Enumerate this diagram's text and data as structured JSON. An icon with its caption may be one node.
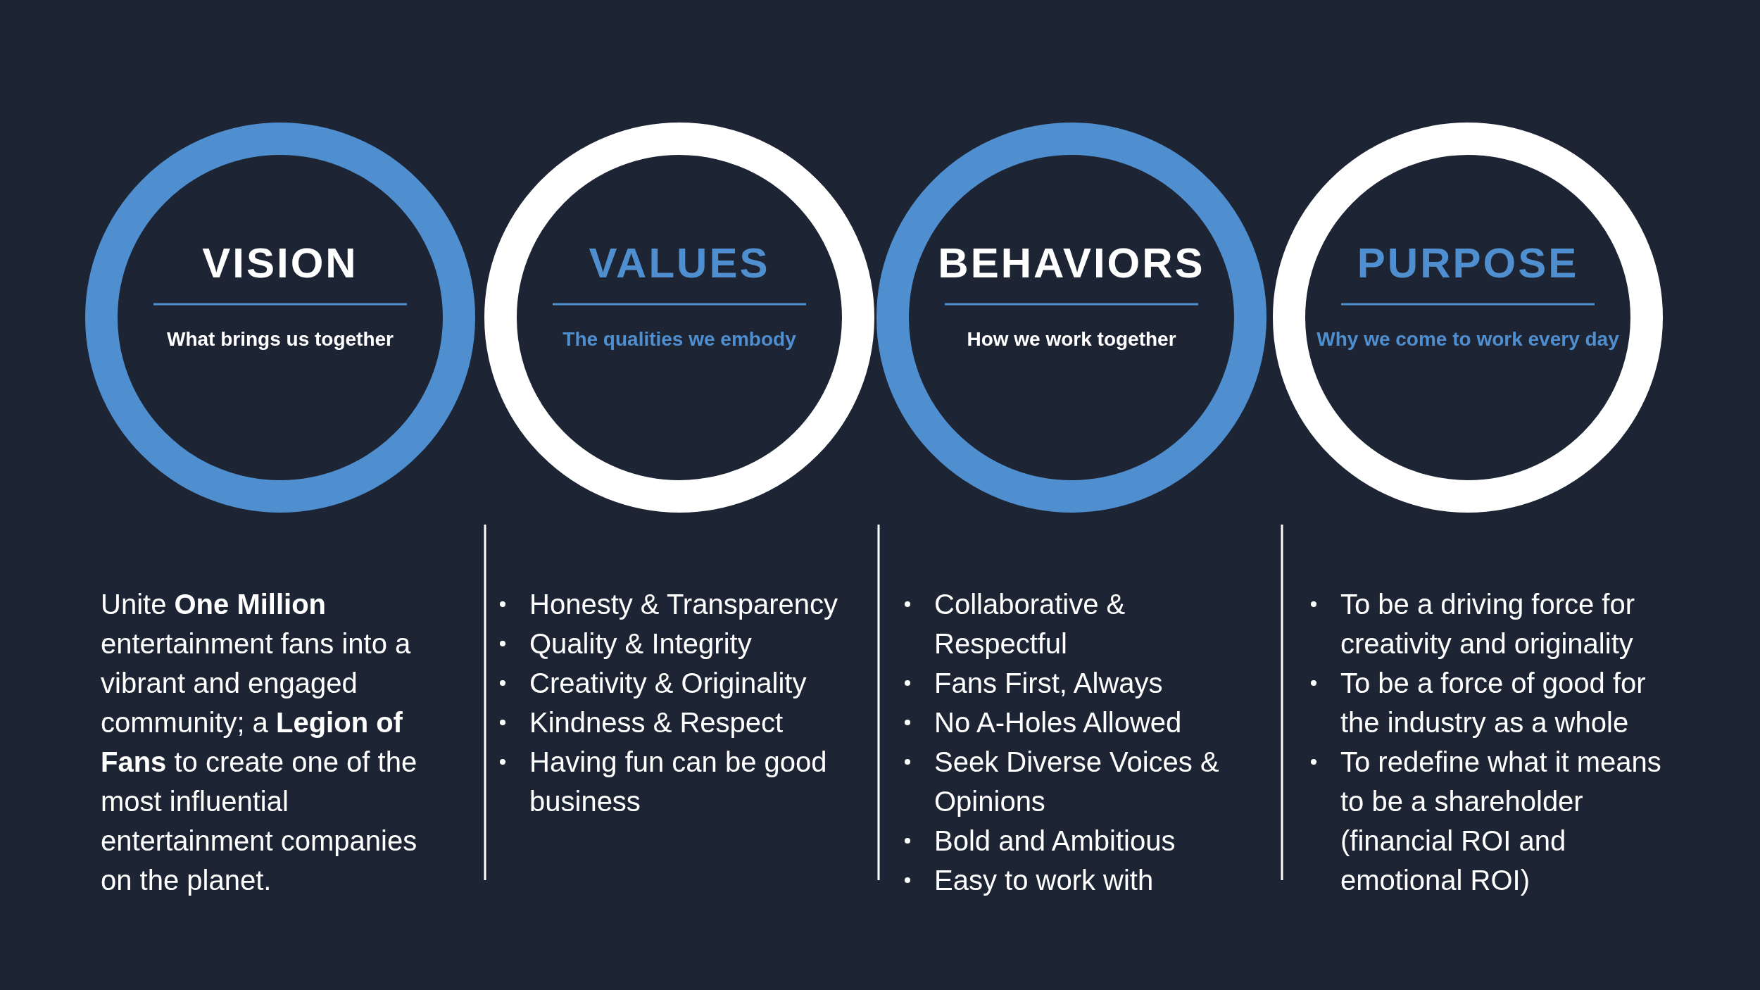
{
  "diagram": {
    "nodes": [
      {
        "text": [
          "VISION",
          "What brings us together"
        ]
      },
      {
        "text": [
          "VALUES",
          "The qualities we embody"
        ]
      },
      {
        "text": [
          "BEHAVIORS",
          "How we work together"
        ]
      },
      {
        "text": [
          "PURPOSE",
          "Why we come to work every day"
        ]
      }
    ],
    "labels": [
      "Unite **One Million** entertainment fans into a vibrant and engaged community; a **Legion of Fans** to create one of the most influential entertainment companies on the planet.",
      "Honesty & Transparency",
      "Quality & Integrity",
      "Creativity & Originality",
      "Kindness & Respect",
      "Having fun can be good business",
      "Collaborative & Respectful",
      "Fans First, Always",
      "No A-Holes Allowed",
      "Seek Diverse Voices & Opinions",
      "Bold and Ambitious",
      "Easy to work with",
      "To be a driving force for creativity and originality",
      "To be a force of good for the industry as a whole",
      "To redefine what it means to be a shareholder (financial ROI and emotional ROI)"
    ]
  }
}
